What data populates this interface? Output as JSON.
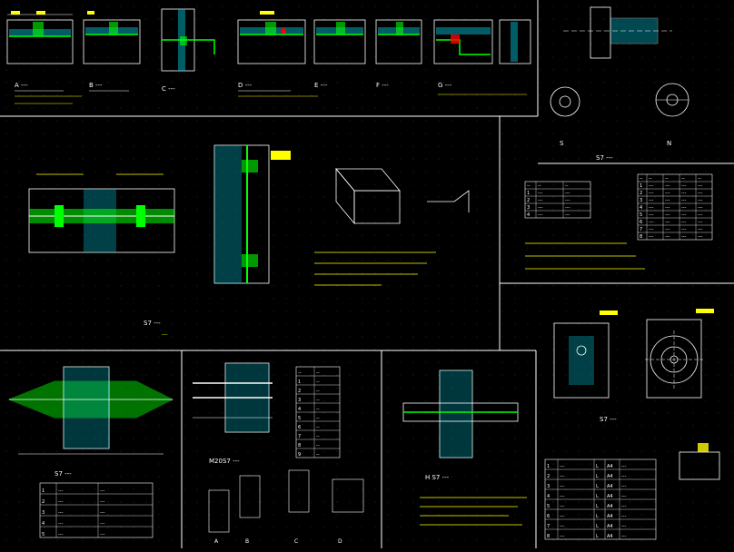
{
  "colors": {
    "background": "#000000",
    "frame": "#ffffff",
    "hatch": "#00ff00",
    "concrete": "#00b7c9",
    "annotation": "#ffff00",
    "dimension": "#ffffff",
    "accent": "#ff0000",
    "leader": "#00ffff"
  },
  "top_details": [
    {
      "label": "A",
      "caption": "A  ---"
    },
    {
      "label": "B",
      "caption": "B  ---"
    },
    {
      "label": "C",
      "caption": "C  ---"
    },
    {
      "label": "D",
      "caption": "D  ---"
    },
    {
      "label": "E",
      "caption": "E  ---"
    },
    {
      "label": "F",
      "caption": "F  ---"
    },
    {
      "label": "G",
      "caption": "G  ---"
    }
  ],
  "top_right": {
    "circle_labels": [
      "S",
      "N"
    ],
    "caption": "S7  ---"
  },
  "middle_left": {
    "caption": "S7  ---",
    "subcaption": "---"
  },
  "middle_right": {
    "table_left": {
      "columns": [
        "--",
        "--",
        "--"
      ],
      "rows": [
        [
          "1",
          "---",
          "---"
        ],
        [
          "2",
          "---",
          "---"
        ],
        [
          "3",
          "---",
          "---"
        ],
        [
          "4",
          "---",
          "---"
        ]
      ]
    },
    "table_right": {
      "columns": [
        "--",
        "--",
        "--",
        "--",
        "--"
      ],
      "rows": [
        [
          "1",
          "---",
          "---",
          "---",
          "---"
        ],
        [
          "2",
          "---",
          "---",
          "---",
          "---"
        ],
        [
          "3",
          "---",
          "---",
          "---",
          "---"
        ],
        [
          "4",
          "---",
          "---",
          "---",
          "---"
        ],
        [
          "5",
          "---",
          "---",
          "---",
          "---"
        ],
        [
          "6",
          "---",
          "---",
          "---",
          "---"
        ],
        [
          "7",
          "---",
          "---",
          "---",
          "---"
        ],
        [
          "8",
          "---",
          "---",
          "---",
          "---"
        ]
      ]
    }
  },
  "bottom_left": {
    "caption": "S7  ---",
    "table_rows": [
      [
        "1",
        "---",
        "---"
      ],
      [
        "2",
        "---",
        "---"
      ],
      [
        "3",
        "---",
        "---"
      ],
      [
        "4",
        "---",
        "---"
      ],
      [
        "5",
        "---",
        "---"
      ]
    ]
  },
  "bottom_mid": {
    "caption": "M20S7  ---",
    "table": {
      "columns": [
        "--",
        "--"
      ],
      "rows": [
        [
          "1",
          "--"
        ],
        [
          "2",
          "--"
        ],
        [
          "3",
          "--"
        ],
        [
          "4",
          "--"
        ],
        [
          "5",
          "--"
        ],
        [
          "6",
          "--"
        ],
        [
          "7",
          "--"
        ],
        [
          "8",
          "--"
        ],
        [
          "9",
          "--"
        ]
      ]
    },
    "view_labels": [
      "A",
      "B",
      "C",
      "D"
    ]
  },
  "bottom_right": {
    "caption_left": "H  S7 ---",
    "caption_right": "S7  ---",
    "table_rows": [
      [
        "1",
        "---",
        "L",
        "A4",
        "---"
      ],
      [
        "2",
        "---",
        "L",
        "A4",
        "---"
      ],
      [
        "3",
        "---",
        "L",
        "A4",
        "---"
      ],
      [
        "4",
        "---",
        "L",
        "A4",
        "---"
      ],
      [
        "5",
        "---",
        "L",
        "A4",
        "---"
      ],
      [
        "6",
        "---",
        "L",
        "A4",
        "---"
      ],
      [
        "7",
        "---",
        "L",
        "A4",
        "---"
      ],
      [
        "8",
        "---",
        "L",
        "A4",
        "---"
      ]
    ]
  }
}
